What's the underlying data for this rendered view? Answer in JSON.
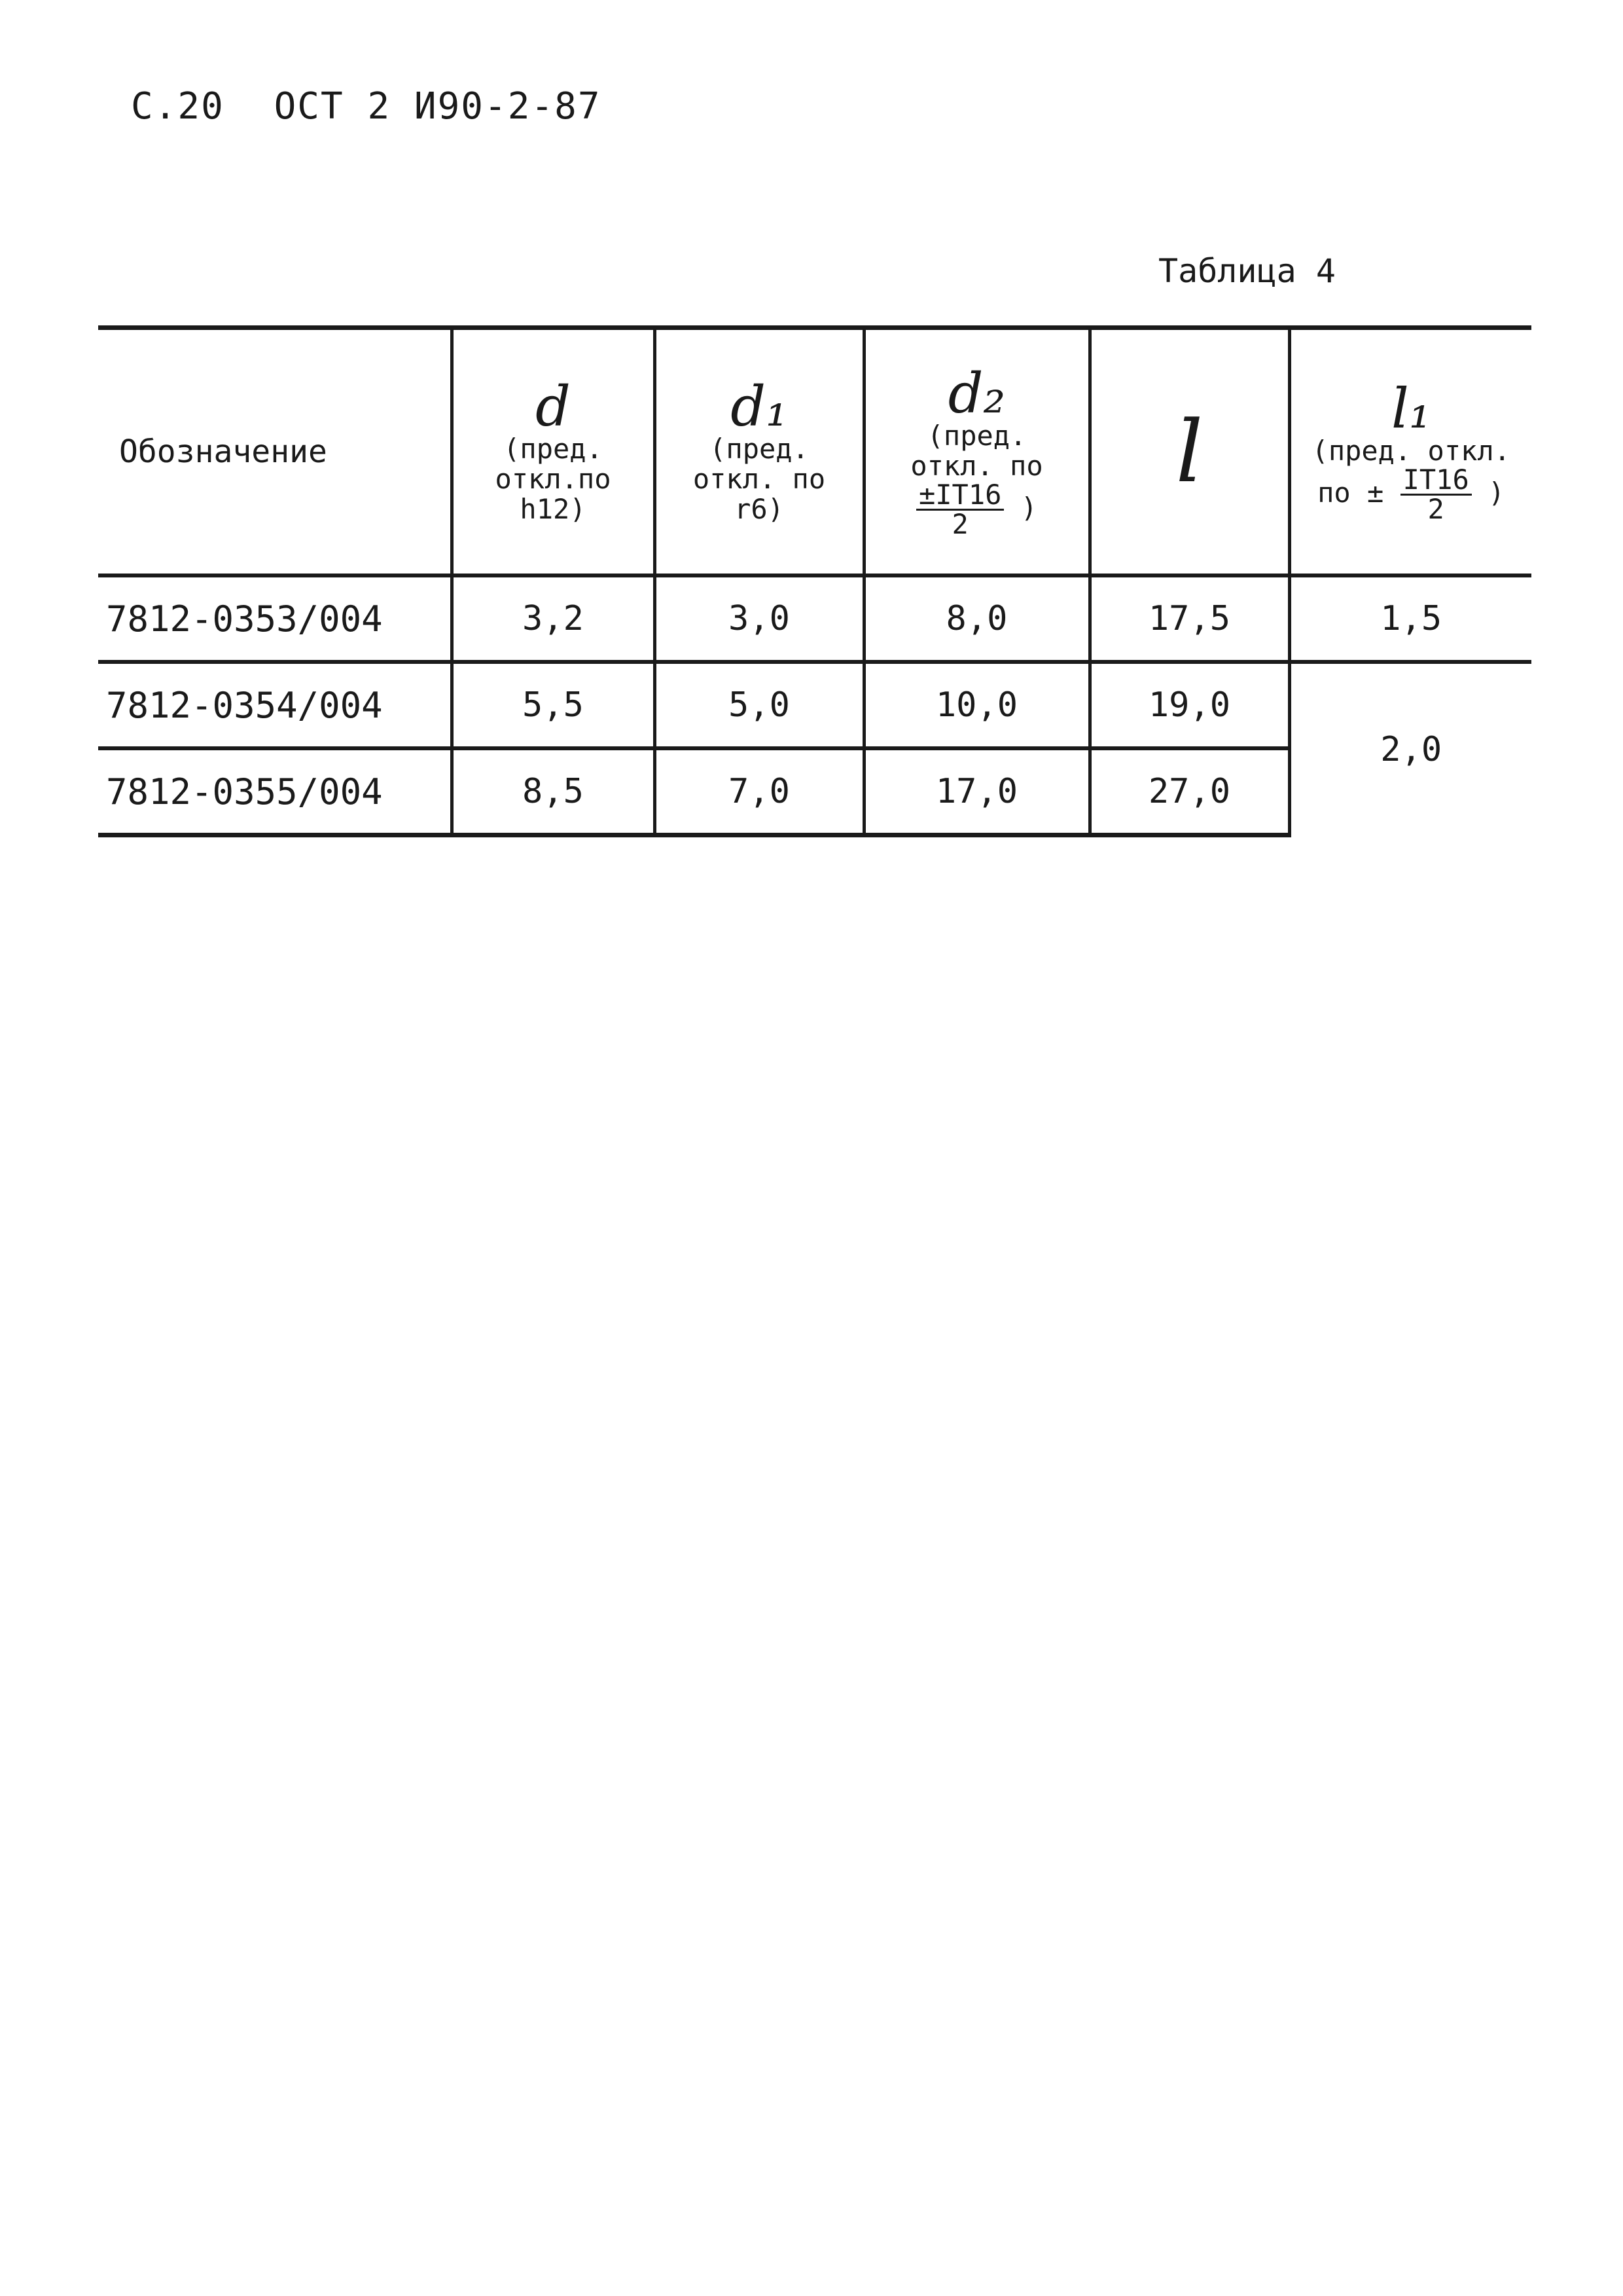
{
  "header": {
    "page": "С.20",
    "standard": "ОСТ 2 И90-2-87"
  },
  "caption": "Таблица 4",
  "table": {
    "columns": [
      {
        "label": "Обозначение"
      },
      {
        "symbol": "d",
        "tol_line1": "(пред.",
        "tol_line2": "откл.по",
        "tol_line3": "h12)"
      },
      {
        "symbol": "d₁",
        "tol_line1": "(пред.",
        "tol_line2": "откл. по",
        "tol_line3": "r6)"
      },
      {
        "symbol": "d₂",
        "tol_line1": "(пред.",
        "tol_line2": "откл. по",
        "tol_num": "±IT16",
        "tol_den": "2",
        "tol_close": ")"
      },
      {
        "symbol": "l"
      },
      {
        "symbol": "l₁",
        "tol_line1": "(пред. откл.",
        "tol_prefix": "по ±",
        "tol_num": "IT16",
        "tol_den": "2",
        "tol_close": ")"
      }
    ],
    "rows": [
      {
        "code": "7812-0353/004",
        "d": "3,2",
        "d1": "3,0",
        "d2": "8,0",
        "l": "17,5",
        "l1": "1,5"
      },
      {
        "code": "7812-0354/004",
        "d": "5,5",
        "d1": "5,0",
        "d2": "10,0",
        "l": "19,0",
        "l1": "2,0"
      },
      {
        "code": "7812-0355/004",
        "d": "8,5",
        "d1": "7,0",
        "d2": "17,0",
        "l": "27,0"
      }
    ]
  }
}
